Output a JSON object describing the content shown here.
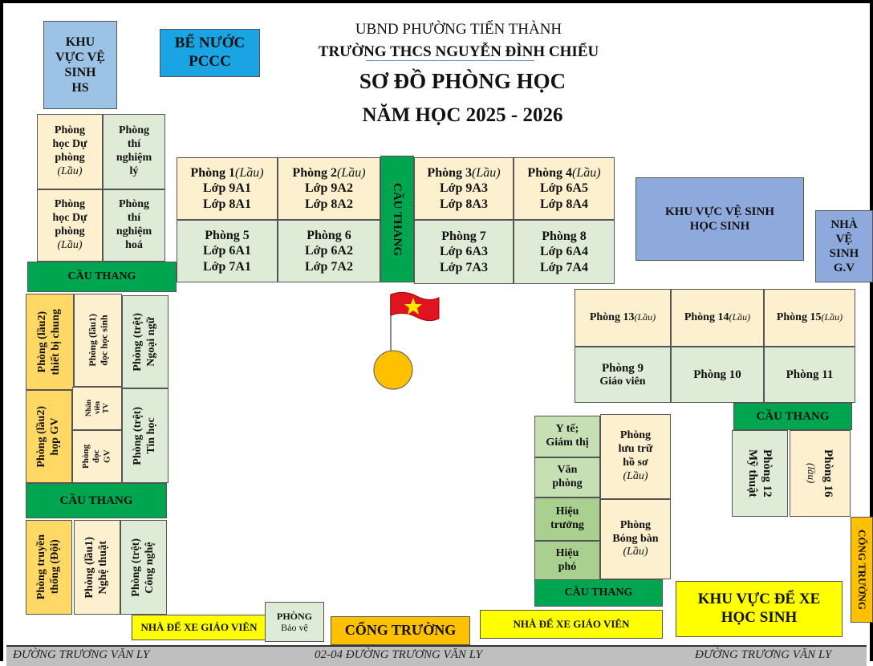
{
  "header": {
    "line1": "UBND PHƯỜNG TIẾN THÀNH",
    "line2": "TRƯỜNG THCS NGUYỄN ĐÌNH CHIỂU",
    "title": "SƠ ĐỒ PHÒNG HỌC",
    "year": "NĂM HỌC 2025 - 2026"
  },
  "top_left": {
    "kvvs": "KHU\nVỰC VỆ\nSINH\nHS",
    "be_nuoc": "BỂ NƯỚC\nPCCC"
  },
  "left_rooms": {
    "du_phong_1": "Phòng\nhọc Dự\nphòng",
    "lau": "(Lầu)",
    "tn_ly": "Phòng\nthí\nnghiệm\nlý",
    "du_phong_2": "Phòng\nhọc Dự\nphòng",
    "tn_hoa": "Phòng\nthí\nnghiệm\nhoá",
    "cau_thang_1": "CẦU THANG",
    "tb_chung": "Phòng (lầu2)\nthiết bị chung",
    "doc_hs": "Phòng (lầu1)\nđọc học sinh",
    "ngoai_ngu": "Phòng (trệt)\nNgoại ngữ",
    "hop_gv": "Phòng (lầu2)\nhọp GV",
    "nv_tv": "Nhân\nviên\nTV",
    "doc_gv": "Phòng\nđọc\nGV",
    "tin_hoc": "Phòng (trệt)\nTin học",
    "cau_thang_2": "CẦU THANG",
    "truyen_thong": "Phòng truyền\nthống (Đội)",
    "nghe_thuat": "Phòng (lầu1)\nNghệ thuật",
    "cong_nghe": "Phòng (trệt)\nCông nghệ"
  },
  "center_rooms": {
    "p1": {
      "name": "Phòng 1",
      "lau": "(Lầu)",
      "c1": "Lớp 9A1",
      "c2": "Lớp 8A1"
    },
    "p2": {
      "name": "Phòng 2",
      "lau": "(Lầu)",
      "c1": "Lớp 9A2",
      "c2": "Lớp 8A2"
    },
    "stairs": "CẦU THANG",
    "p3": {
      "name": "Phòng 3",
      "lau": "(Lầu)",
      "c1": "Lớp 9A3",
      "c2": "Lớp 8A3"
    },
    "p4": {
      "name": "Phòng 4",
      "lau": "(Lầu)",
      "c1": "Lớp 6A5",
      "c2": "Lớp 8A4"
    },
    "p5": {
      "name": "Phòng 5",
      "c1": "Lớp 6A1",
      "c2": "Lớp 7A1"
    },
    "p6": {
      "name": "Phòng 6",
      "c1": "Lớp 6A2",
      "c2": "Lớp 7A2"
    },
    "p7": {
      "name": "Phòng 7",
      "c1": "Lớp 6A3",
      "c2": "Lớp 7A3"
    },
    "p8": {
      "name": "Phòng 8",
      "c1": "Lớp 6A4",
      "c2": "Lớp 7A4"
    }
  },
  "right_rooms": {
    "kvvs_hs": "KHU VỰC VỆ SINH\nHỌC SINH",
    "vs_gv": "NHÀ\nVỆ\nSINH\nG.V",
    "p13": "Phòng 13",
    "p14": "Phòng 14",
    "p15": "Phòng 15",
    "lau": "(Lầu)",
    "p9": "Phòng 9",
    "p9_sub": "Giáo viên",
    "p10": "Phòng 10",
    "p11": "Phòng 11",
    "cau_thang": "CẦU THANG",
    "p12": "Phòng 12\nMỹ thuật",
    "p16": "Phòng 16",
    "p16_sub": "(lầu)",
    "cong_truong_side": "CỔNG TRƯỜNG"
  },
  "admin": {
    "yte": "Y tế;\nGiám thị",
    "van_phong": "Văn\nphòng",
    "hieu_truong": "Hiệu\ntrưởng",
    "hieu_pho": "Hiệu\nphó",
    "luu_tru": "Phòng\nlưu trữ\nhồ sơ",
    "bong_ban": "Phòng\nBóng bàn",
    "lau": "(Lầu)",
    "cau_thang": "CẦU THANG"
  },
  "bottom": {
    "xe_gv_1": "NHÀ ĐỂ XE GIÁO VIÊN",
    "bao_ve_1": "PHÒNG",
    "bao_ve_2": "Bảo vệ",
    "cong_truong": "CỔNG TRƯỜNG",
    "xe_gv_2": "NHÀ ĐỂ XE GIÁO VIÊN",
    "xe_hs": "KHU VỰC ĐỂ XE\nHỌC SINH"
  },
  "roads": {
    "left": "ĐƯỜNG TRƯƠNG VĂN LY",
    "center": "02-04 ĐƯỜNG TRƯƠNG VĂN LY",
    "right": "ĐƯỜNG TRƯƠNG VĂN LY"
  },
  "colors": {
    "cream": "#fdf0cf",
    "green": "#deecd7",
    "stair_green": "#00a64f",
    "toilet_blue": "#8ea9db",
    "pccc_blue": "#1ba4e3",
    "parking_yellow": "#ffff00",
    "gate_orange": "#ffc000",
    "flag_red": "#e0141e",
    "flag_star": "#ffe600"
  }
}
